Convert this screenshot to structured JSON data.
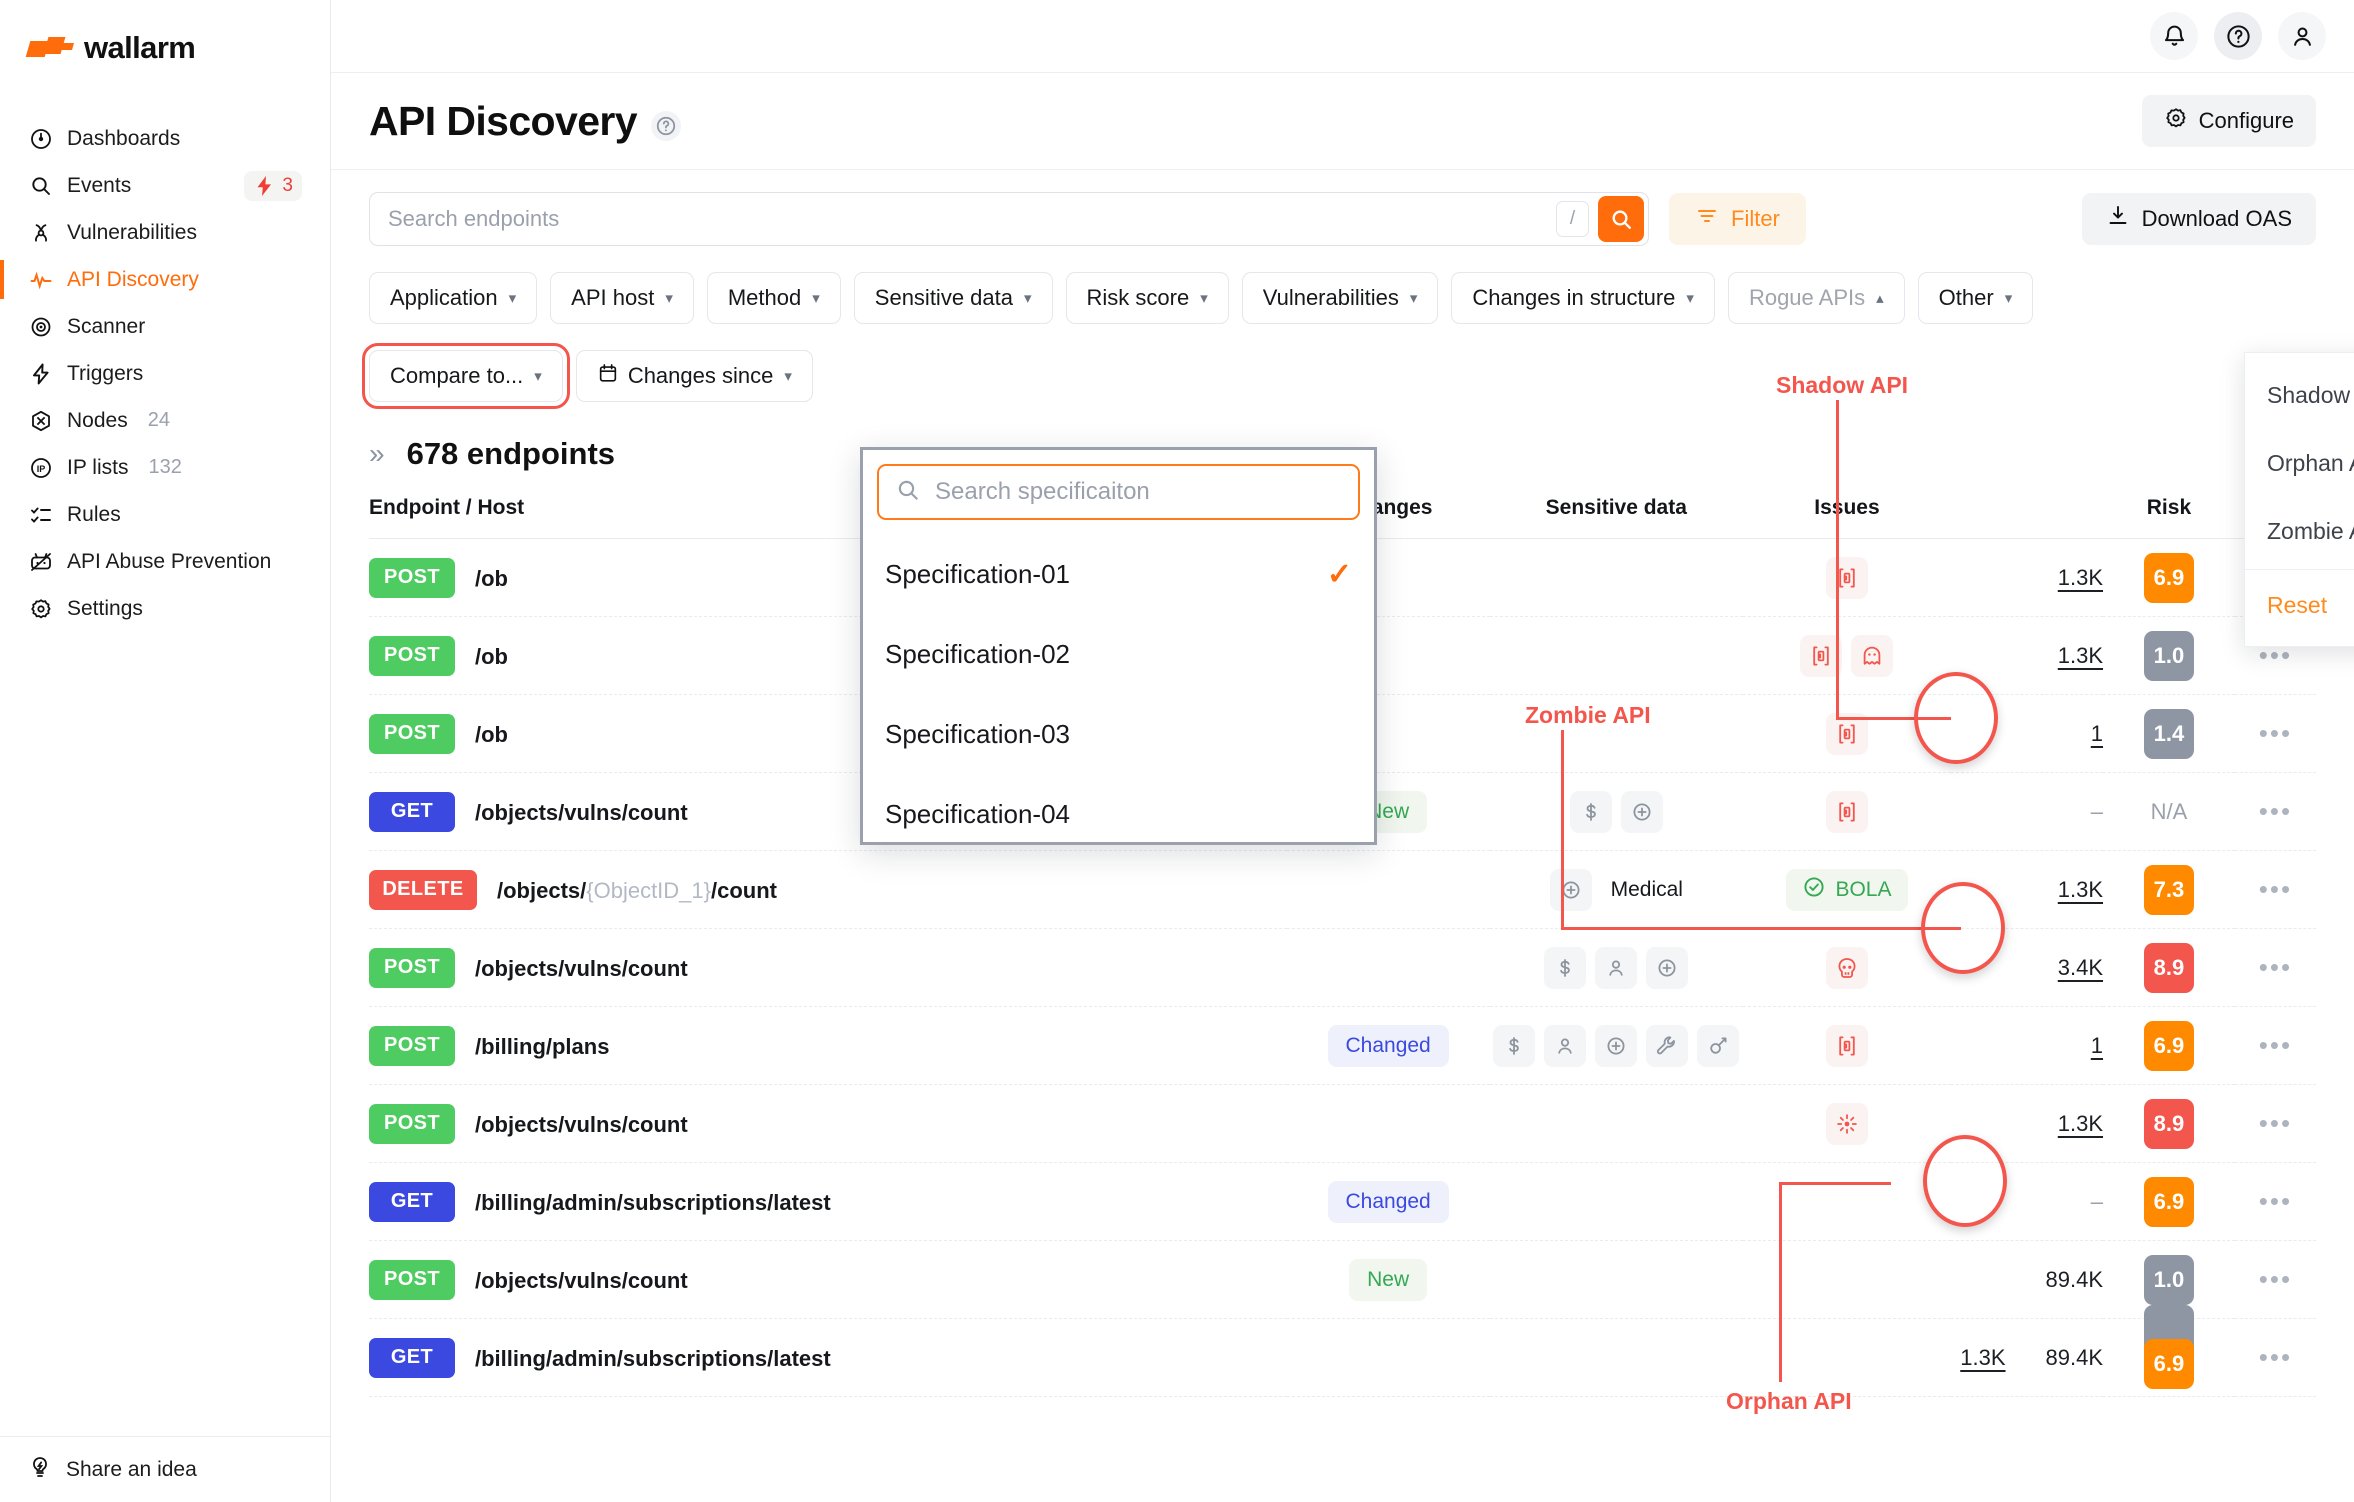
{
  "brand": {
    "name": "wallarm",
    "accent": "#ff6c0c"
  },
  "sidebar": {
    "items": [
      {
        "label": "Dashboards",
        "icon": "dashboard-icon",
        "count": ""
      },
      {
        "label": "Events",
        "icon": "search-icon",
        "badge": "3"
      },
      {
        "label": "Vulnerabilities",
        "icon": "biohazard-icon",
        "count": ""
      },
      {
        "label": "API Discovery",
        "icon": "pulse-icon",
        "count": "",
        "active": true
      },
      {
        "label": "Scanner",
        "icon": "scanner-icon",
        "count": ""
      },
      {
        "label": "Triggers",
        "icon": "bolt-icon",
        "count": ""
      },
      {
        "label": "Nodes",
        "icon": "node-icon",
        "count": "24"
      },
      {
        "label": "IP lists",
        "icon": "ip-icon",
        "count": "132"
      },
      {
        "label": "Rules",
        "icon": "rules-icon",
        "count": ""
      },
      {
        "label": "API Abuse Prevention",
        "icon": "abuse-icon",
        "count": ""
      },
      {
        "label": "Settings",
        "icon": "gear-icon",
        "count": ""
      }
    ],
    "bottom": {
      "label": "Share an idea",
      "icon": "lightbulb-icon"
    }
  },
  "topbar": {
    "icons": [
      {
        "name": "bell-icon"
      },
      {
        "name": "help-circle-icon"
      },
      {
        "name": "user-icon"
      }
    ]
  },
  "header": {
    "title": "API Discovery",
    "help_icon": "question-circle-icon",
    "configure_label": "Configure",
    "configure_icon": "gear-icon"
  },
  "search": {
    "placeholder": "Search endpoints",
    "value": "",
    "shortcut_key": "/",
    "submit_icon": "search-icon",
    "filter_label": "Filter",
    "filter_icon": "filter-icon",
    "download_label": "Download OAS",
    "download_icon": "download-icon"
  },
  "filters": {
    "row1": [
      {
        "label": "Application",
        "state": "closed"
      },
      {
        "label": "API host",
        "state": "closed"
      },
      {
        "label": "Method",
        "state": "closed"
      },
      {
        "label": "Sensitive data",
        "state": "closed"
      },
      {
        "label": "Risk score",
        "state": "closed"
      },
      {
        "label": "Vulnerabilities",
        "state": "closed"
      },
      {
        "label": "Changes in structure",
        "state": "closed"
      },
      {
        "label": "Rogue APIs",
        "state": "open"
      },
      {
        "label": "Other",
        "state": "closed"
      }
    ],
    "row2": [
      {
        "label": "Compare to...",
        "state": "closed",
        "highlighted": true
      },
      {
        "label": "Changes since",
        "state": "closed",
        "icon": "calendar-icon"
      }
    ]
  },
  "rogue_menu": {
    "items": [
      "Shadow APIs",
      "Orphan APIs",
      "Zombie APIs"
    ],
    "reset_label": "Reset"
  },
  "spec_dropdown": {
    "search_placeholder": "Search specificaiton",
    "search_value": "",
    "search_icon": "search-icon",
    "items": [
      {
        "label": "Specification-01",
        "selected": true
      },
      {
        "label": "Specification-02",
        "selected": false
      },
      {
        "label": "Specification-03",
        "selected": false
      },
      {
        "label": "Specification-04",
        "selected": false
      }
    ]
  },
  "list": {
    "collapse_icon": "chevrons-right-icon",
    "count_title": "678 endpoints",
    "columns": {
      "endpoint": "Endpoint / Host",
      "changes": "Changes",
      "sensitive": "Sensitive data",
      "issues": "Issues",
      "requests": "",
      "risk": "Risk",
      "menu": ""
    },
    "rows": [
      {
        "method": "POST",
        "path": "/ob",
        "param": "",
        "suffix": "",
        "changes": "",
        "sensitive": [],
        "sens_label": "",
        "issues": [
          "id-icon"
        ],
        "requests": "1.3K",
        "requests_link": true,
        "risk": "6.9",
        "risk_color": "orange"
      },
      {
        "method": "POST",
        "path": "/ob",
        "param": "",
        "suffix": "",
        "changes": "",
        "sensitive": [],
        "sens_label": "",
        "issues": [
          "id-icon",
          "ghost-icon"
        ],
        "requests": "1.3K",
        "requests_link": true,
        "risk": "1.0",
        "risk_color": "grey"
      },
      {
        "method": "POST",
        "path": "/ob",
        "param": "",
        "suffix": "",
        "changes": "",
        "sensitive": [],
        "sens_label": "",
        "issues": [
          "id-icon"
        ],
        "requests": "1",
        "requests_link": true,
        "risk": "1.4",
        "risk_color": "grey"
      },
      {
        "method": "GET",
        "path": "/objects/vulns/count",
        "param": "",
        "suffix": "",
        "changes": "New",
        "sensitive": [
          "dollar-icon",
          "medical-icon"
        ],
        "sens_label": "",
        "issues": [
          "id-icon"
        ],
        "requests": "–",
        "requests_link": false,
        "risk": "N/A",
        "risk_color": "na"
      },
      {
        "method": "DELETE",
        "path": "/objects/",
        "param": "{ObjectID_1}",
        "suffix": "/count",
        "changes": "",
        "sensitive": [
          "medical-icon"
        ],
        "sens_label": "Medical",
        "issues": [
          "bola-badge"
        ],
        "requests": "1.3K",
        "requests_link": true,
        "risk": "7.3",
        "risk_color": "orange"
      },
      {
        "method": "POST",
        "path": "/objects/vulns/count",
        "param": "",
        "suffix": "",
        "changes": "",
        "sensitive": [
          "dollar-icon",
          "user-icon",
          "medical-icon"
        ],
        "sens_label": "",
        "issues": [
          "skull-icon"
        ],
        "requests": "3.4K",
        "requests_link": true,
        "risk": "8.9",
        "risk_color": "red"
      },
      {
        "method": "POST",
        "path": "/billing/plans",
        "param": "",
        "suffix": "",
        "changes": "Changed",
        "sensitive": [
          "dollar-icon",
          "user-icon",
          "medical-icon",
          "wrench-icon",
          "key-icon"
        ],
        "sens_label": "",
        "issues": [
          "id-icon"
        ],
        "requests": "1",
        "requests_link": true,
        "risk": "6.9",
        "risk_color": "orange"
      },
      {
        "method": "POST",
        "path": "/objects/vulns/count",
        "param": "",
        "suffix": "",
        "changes": "",
        "sensitive": [],
        "sens_label": "",
        "issues": [
          "orphan-icon"
        ],
        "requests": "1.3K",
        "requests_link": true,
        "risk": "8.9",
        "risk_color": "red"
      },
      {
        "method": "GET",
        "path": "/billing/admin/subscriptions/latest",
        "param": "",
        "suffix": "",
        "changes": "Changed",
        "sensitive": [],
        "sens_label": "",
        "issues": [],
        "requests": "–",
        "requests_link": false,
        "risk": "6.9",
        "risk_color": "orange"
      },
      {
        "method": "POST",
        "path": "/objects/vulns/count",
        "param": "",
        "suffix": "",
        "changes": "New",
        "sensitive": [],
        "sens_label": "",
        "issues": [],
        "requests": "89.4K",
        "requests_link": false,
        "risk": "1.0",
        "risk_color": "grey"
      },
      {
        "method": "GET",
        "path": "/billing/admin/subscriptions/latest",
        "param": "",
        "suffix": "",
        "changes": "",
        "sensitive": [],
        "sens_label": "",
        "issues": [],
        "requests": "89.4K",
        "requests_link": false,
        "issues_num": "1.3K",
        "risk": "6.9",
        "risk_color": "orange",
        "risk_secondary": "",
        "risk_secondary_color": "grey"
      }
    ]
  },
  "annotations": [
    {
      "label": "Shadow API",
      "target": "ghost-icon"
    },
    {
      "label": "Zombie API",
      "target": "skull-icon"
    },
    {
      "label": "Orphan API",
      "target": "orphan-icon"
    }
  ]
}
